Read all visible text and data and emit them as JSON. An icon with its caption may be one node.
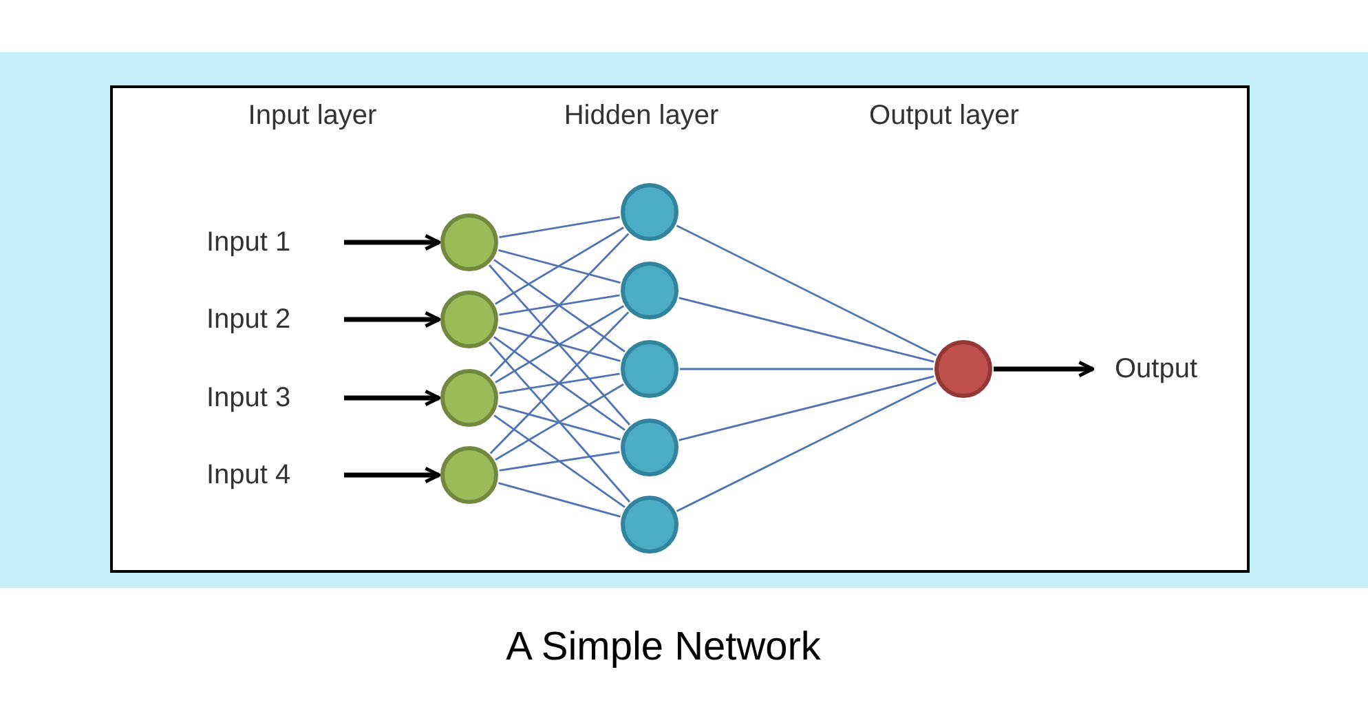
{
  "diagram": {
    "caption": "A Simple Network",
    "nodes": [
      {
        "text": [
          "Input 1"
        ]
      },
      {
        "text": [
          "Input 2"
        ]
      },
      {
        "text": [
          "Input 3"
        ]
      },
      {
        "text": [
          "Input 4"
        ]
      },
      {
        "text": [],
        "shape": "circle"
      },
      {
        "text": [],
        "shape": "circle"
      },
      {
        "text": [],
        "shape": "circle"
      },
      {
        "text": [],
        "shape": "circle"
      },
      {
        "text": [],
        "shape": "circle"
      },
      {
        "text": [],
        "shape": "circle"
      },
      {
        "text": [],
        "shape": "circle"
      },
      {
        "text": [],
        "shape": "circle"
      },
      {
        "text": [],
        "shape": "circle"
      },
      {
        "text": [],
        "shape": "circle"
      },
      {
        "text": [
          "Output"
        ]
      }
    ],
    "edges": [
      {
        "from": 0,
        "to": 4,
        "arrow": "to",
        "style": "thick",
        "color": "#000000"
      },
      {
        "from": 1,
        "to": 5,
        "arrow": "to",
        "style": "thick",
        "color": "#000000"
      },
      {
        "from": 2,
        "to": 6,
        "arrow": "to",
        "style": "thick",
        "color": "#000000"
      },
      {
        "from": 3,
        "to": 7,
        "arrow": "to",
        "style": "thick",
        "color": "#000000"
      },
      {
        "from": 4,
        "to": 8,
        "arrow": "none"
      },
      {
        "from": 4,
        "to": 9,
        "arrow": "none"
      },
      {
        "from": 4,
        "to": 10,
        "arrow": "none"
      },
      {
        "from": 4,
        "to": 11,
        "arrow": "none"
      },
      {
        "from": 5,
        "to": 8,
        "arrow": "none"
      },
      {
        "from": 5,
        "to": 9,
        "arrow": "none"
      },
      {
        "from": 5,
        "to": 10,
        "arrow": "none"
      },
      {
        "from": 5,
        "to": 11,
        "arrow": "none"
      },
      {
        "from": 5,
        "to": 12,
        "arrow": "none"
      },
      {
        "from": 6,
        "to": 8,
        "arrow": "none"
      },
      {
        "from": 6,
        "to": 9,
        "arrow": "none"
      },
      {
        "from": 6,
        "to": 10,
        "arrow": "none"
      },
      {
        "from": 6,
        "to": 11,
        "arrow": "none"
      },
      {
        "from": 6,
        "to": 12,
        "arrow": "none"
      },
      {
        "from": 7,
        "to": 9,
        "arrow": "none"
      },
      {
        "from": 7,
        "to": 10,
        "arrow": "none"
      },
      {
        "from": 7,
        "to": 11,
        "arrow": "none"
      },
      {
        "from": 7,
        "to": 12,
        "arrow": "none"
      },
      {
        "from": 8,
        "to": 13,
        "arrow": "none"
      },
      {
        "from": 9,
        "to": 13,
        "arrow": "none"
      },
      {
        "from": 10,
        "to": 13,
        "arrow": "none"
      },
      {
        "from": 11,
        "to": 13,
        "arrow": "none"
      },
      {
        "from": 12,
        "to": 13,
        "arrow": "none"
      },
      {
        "from": 13,
        "to": 14,
        "arrow": "to",
        "style": "thick",
        "color": "#000000"
      }
    ],
    "labels": [
      "Input layer",
      "Hidden layer",
      "Output layer"
    ]
  }
}
